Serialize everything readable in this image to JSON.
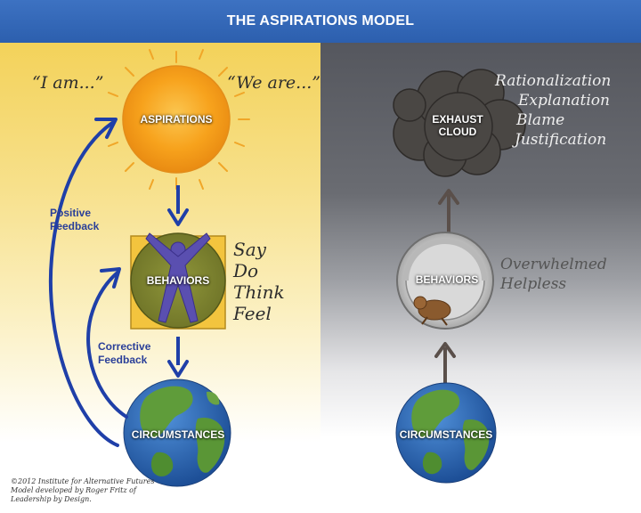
{
  "title": "THE ASPIRATIONS MODEL",
  "left": {
    "quote_i": "“I am...”",
    "quote_we": "“We are...”",
    "aspirations": "ASPIRATIONS",
    "behaviors": "BEHAVIORS",
    "circumstances": "CIRCUMSTANCES",
    "positive_feedback": [
      "Positive",
      "Feedback"
    ],
    "corrective_feedback": [
      "Corrective",
      "Feedback"
    ],
    "behavior_words": [
      "Say",
      "Do",
      "Think",
      "Feel"
    ]
  },
  "right": {
    "exhaust_cloud": [
      "EXHAUST",
      "CLOUD"
    ],
    "rationalization_words": [
      "Rationalization",
      "Explanation",
      "Blame",
      "Justification"
    ],
    "behaviors": "BEHAVIORS",
    "wheel_words": [
      "Overwhelmed",
      "Helpless"
    ],
    "circumstances": "CIRCUMSTANCES"
  },
  "credit": [
    "©2012 Institute for Alternative Futures",
    "Model developed by Roger Fritz of",
    "Leadership by Design."
  ],
  "colors": {
    "title_bar": "#2f62b3",
    "arrow_blue": "#1f3fa8",
    "arrow_gray": "#5a4f4a",
    "sun": "#f7a21c",
    "cloud": "#4a4744"
  }
}
